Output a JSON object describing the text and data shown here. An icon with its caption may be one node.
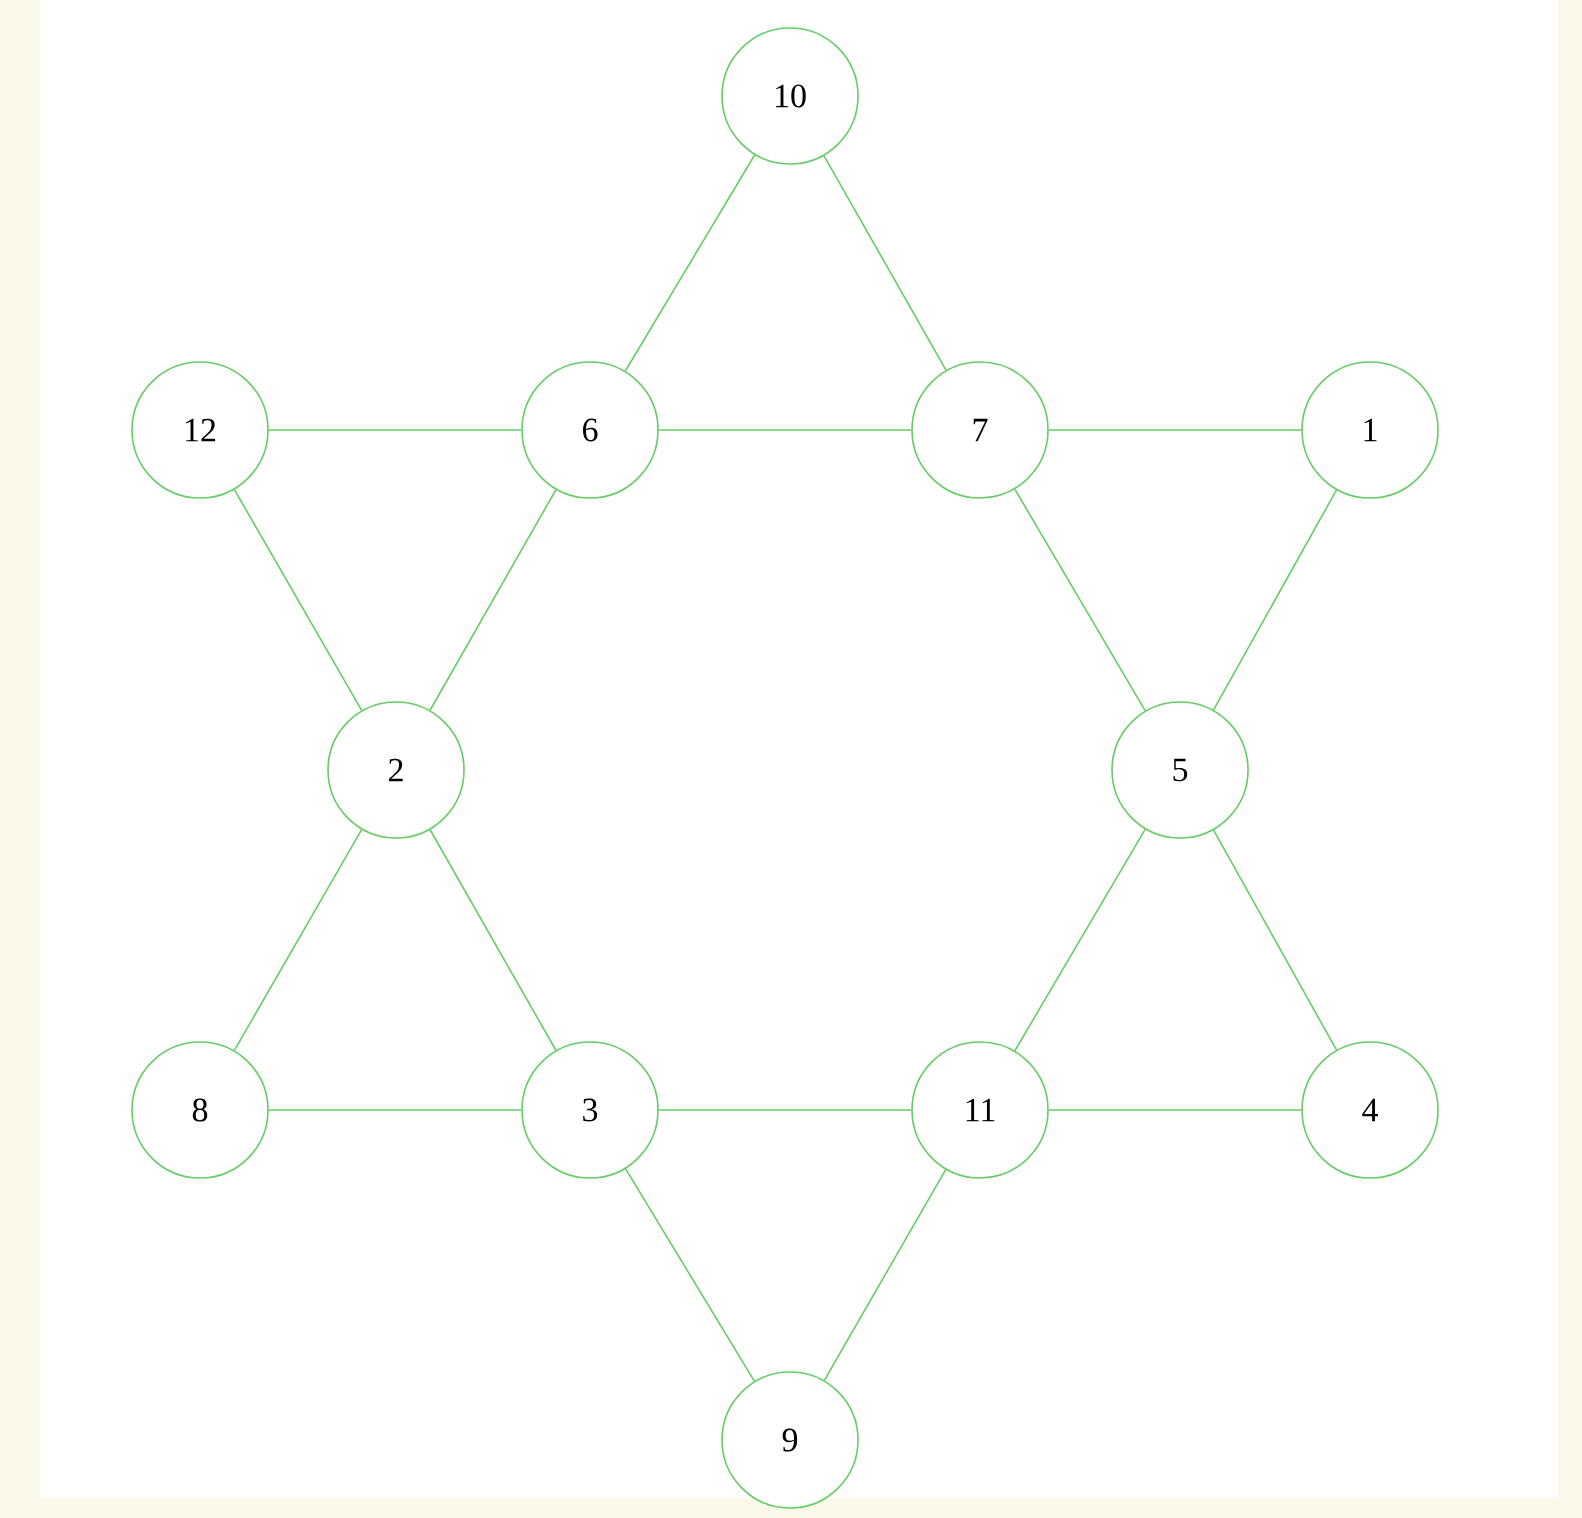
{
  "diagram": {
    "nodes": [
      {
        "text": [
          "10"
        ]
      },
      {
        "text": [
          "12"
        ]
      },
      {
        "text": [
          "6"
        ]
      },
      {
        "text": [
          "7"
        ]
      },
      {
        "text": [
          "1"
        ]
      },
      {
        "text": [
          "2"
        ]
      },
      {
        "text": [
          "5"
        ]
      },
      {
        "text": [
          "8"
        ]
      },
      {
        "text": [
          "3"
        ]
      },
      {
        "text": [
          "11"
        ]
      },
      {
        "text": [
          "4"
        ]
      },
      {
        "text": [
          "9"
        ]
      }
    ],
    "edges": [
      {
        "from": 0,
        "to": 2,
        "arrow": "none"
      },
      {
        "from": 0,
        "to": 3,
        "arrow": "none"
      },
      {
        "from": 1,
        "to": 2,
        "arrow": "none"
      },
      {
        "from": 2,
        "to": 3,
        "arrow": "none"
      },
      {
        "from": 3,
        "to": 4,
        "arrow": "none"
      },
      {
        "from": 1,
        "to": 5,
        "arrow": "none"
      },
      {
        "from": 2,
        "to": 5,
        "arrow": "none"
      },
      {
        "from": 3,
        "to": 6,
        "arrow": "none"
      },
      {
        "from": 4,
        "to": 6,
        "arrow": "none"
      },
      {
        "from": 5,
        "to": 7,
        "arrow": "none"
      },
      {
        "from": 5,
        "to": 8,
        "arrow": "none"
      },
      {
        "from": 6,
        "to": 9,
        "arrow": "none"
      },
      {
        "from": 6,
        "to": 10,
        "arrow": "none"
      },
      {
        "from": 7,
        "to": 8,
        "arrow": "none"
      },
      {
        "from": 8,
        "to": 9,
        "arrow": "none"
      },
      {
        "from": 9,
        "to": 10,
        "arrow": "none"
      },
      {
        "from": 8,
        "to": 11,
        "arrow": "none"
      },
      {
        "from": 9,
        "to": 11,
        "arrow": "none"
      }
    ]
  }
}
